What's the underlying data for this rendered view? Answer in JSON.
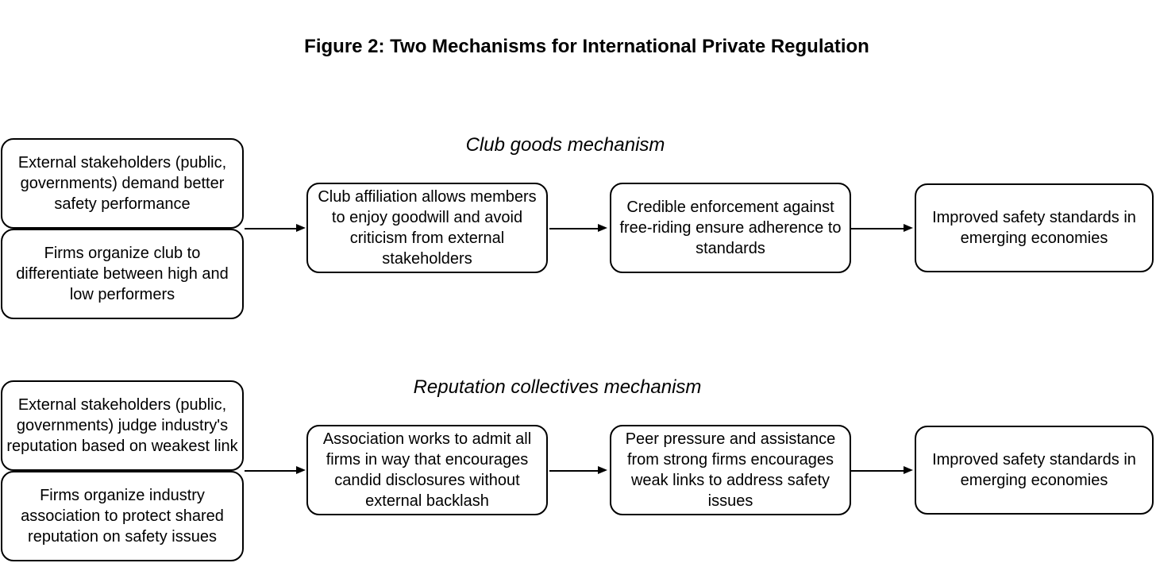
{
  "title": "Figure 2: Two Mechanisms for International Private Regulation",
  "mechanisms": [
    {
      "heading": "Club goods mechanism",
      "source_boxes": [
        "External stakeholders (public, governments) demand better safety performance",
        "Firms organize club to differentiate between high and low performers"
      ],
      "steps": [
        "Club affiliation allows members to enjoy goodwill and avoid criticism from external stakeholders",
        "Credible enforcement against free-riding ensure adherence to standards",
        "Improved safety standards in emerging economies"
      ]
    },
    {
      "heading": "Reputation collectives mechanism",
      "source_boxes": [
        "External stakeholders (public, governments) judge industry's reputation based on weakest link",
        "Firms organize industry association to protect shared reputation on safety issues"
      ],
      "steps": [
        "Association works to admit all firms in way that encourages candid disclosures without external backlash",
        "Peer pressure and assistance from strong firms encourages weak links to address safety issues",
        "Improved safety standards in emerging economies"
      ]
    }
  ],
  "colors": {
    "stroke": "#000000",
    "fill": "#ffffff",
    "text": "#000000",
    "background": "#ffffff"
  }
}
